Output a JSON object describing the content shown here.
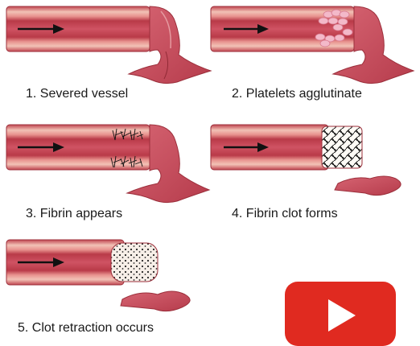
{
  "steps": [
    {
      "number": "1.",
      "label": "Severed vessel"
    },
    {
      "number": "2.",
      "label": "Platelets agglutinate"
    },
    {
      "number": "3.",
      "label": "Fibrin appears"
    },
    {
      "number": "4.",
      "label": "Fibrin clot forms"
    },
    {
      "number": "5.",
      "label": "Clot retraction occurs"
    }
  ],
  "colors": {
    "vessel_outer": "#b8404a",
    "vessel_wall": "#e27a7a",
    "vessel_lumen": "#c9495a",
    "vessel_inner_light": "#f1b2a8",
    "platelet": "#f3b9c9",
    "arrow": "#111111",
    "play_button": "#e02a20"
  },
  "icons": {
    "flow_arrow": "arrow-right-icon",
    "play": "play-icon"
  }
}
